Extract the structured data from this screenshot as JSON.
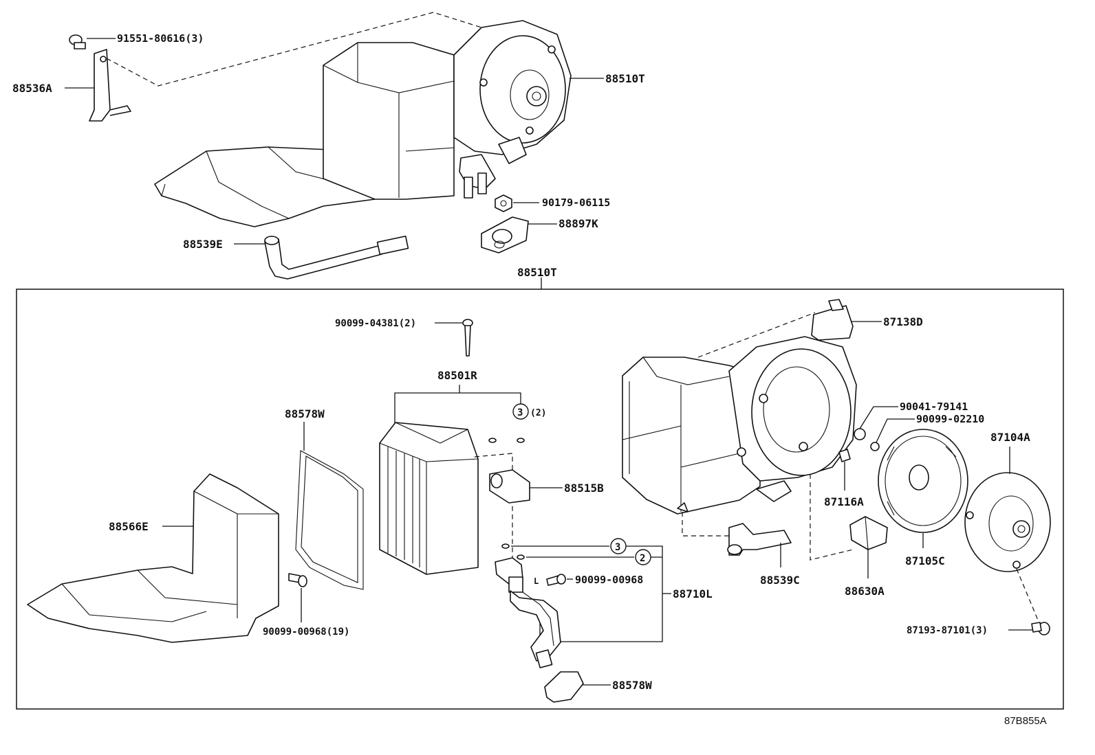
{
  "diagram_code": "87B855A",
  "labels": {
    "bolt_top": "91551-80616(3)",
    "bracket": "88536A",
    "unit_top": "88510T",
    "nut": "90179-06115",
    "grommet": "88897K",
    "hose_top": "88539E",
    "unit_box": "88510T",
    "screw_evap": "90099-04381(2)",
    "evaporator": "88501R",
    "ref_3_count": "(2)",
    "ref_3_a": "3",
    "gasket": "88578W",
    "thermistor": "88515B",
    "case_lower": "88566E",
    "ref_3_b": "3",
    "ref_2": "2",
    "screw_valve": "90099-00968",
    "valve": "88710L",
    "screw_case": "90099-00968(19)",
    "seal": "88578W",
    "resistor": "87138D",
    "clip1": "90041-79141",
    "clip2": "90099-02210",
    "motor": "87104A",
    "spring": "87116A",
    "fan": "87105C",
    "hose_c": "88539C",
    "amp": "88630A",
    "screw_motor": "87193-87101(3)"
  }
}
